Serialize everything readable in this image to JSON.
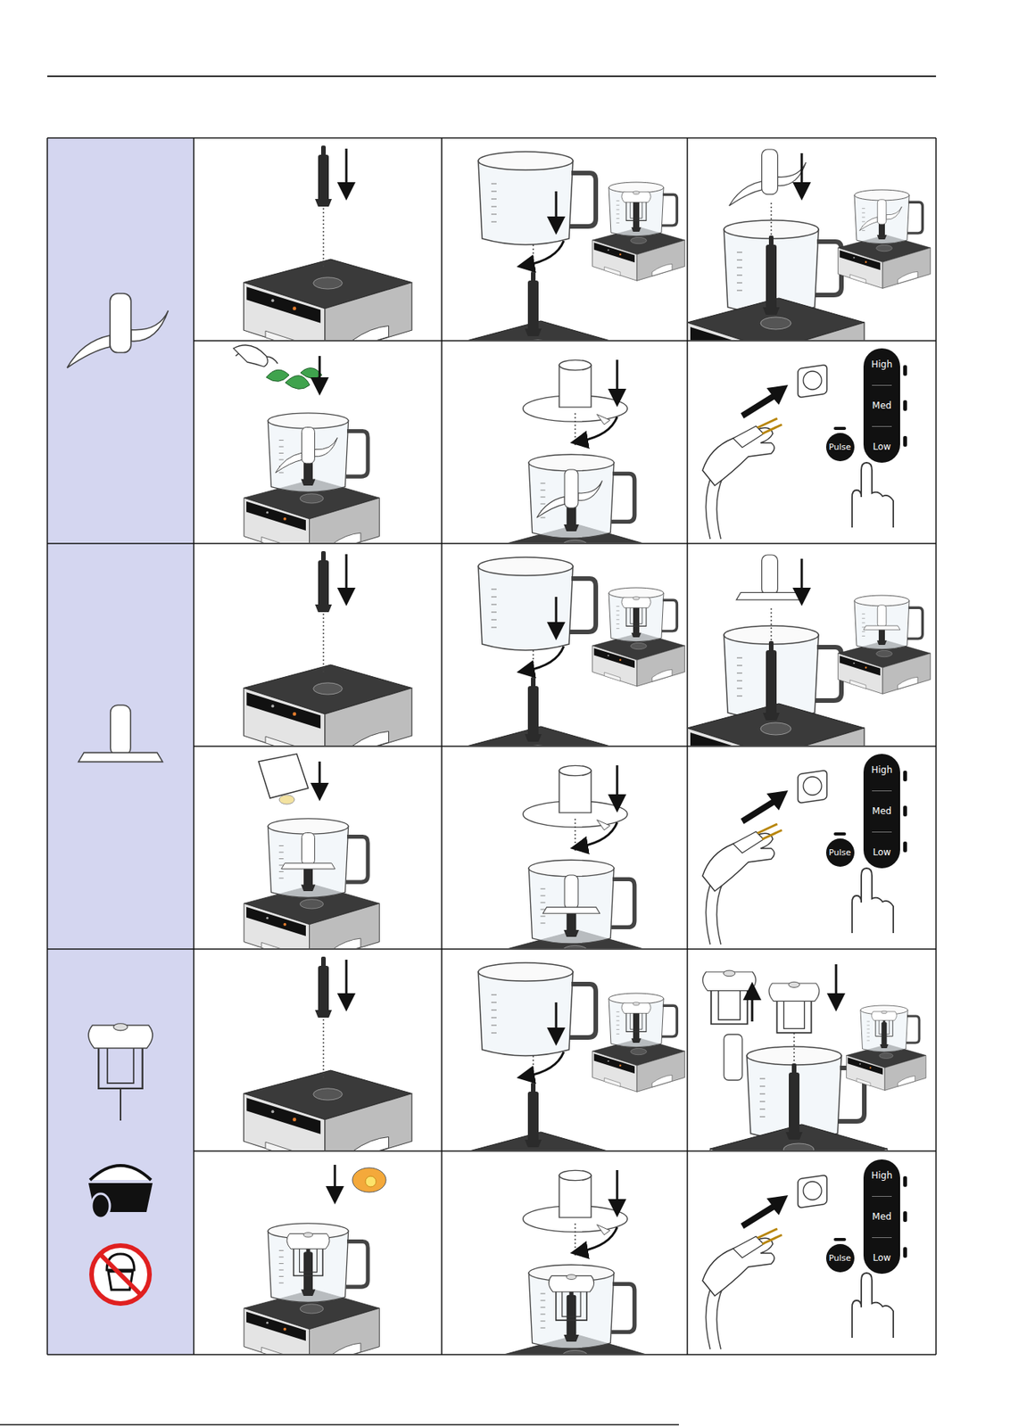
{
  "diagram": {
    "nodes": [
      {
        "text": [
          "High",
          "Med",
          "Low"
        ]
      },
      {
        "text": [
          "Pulse"
        ]
      },
      {
        "text": [
          "High",
          "Med",
          "Low"
        ]
      },
      {
        "text": [
          "Pulse"
        ]
      },
      {
        "text": [
          "High",
          "Med",
          "Low"
        ]
      },
      {
        "text": [
          "Pulse"
        ]
      }
    ]
  }
}
